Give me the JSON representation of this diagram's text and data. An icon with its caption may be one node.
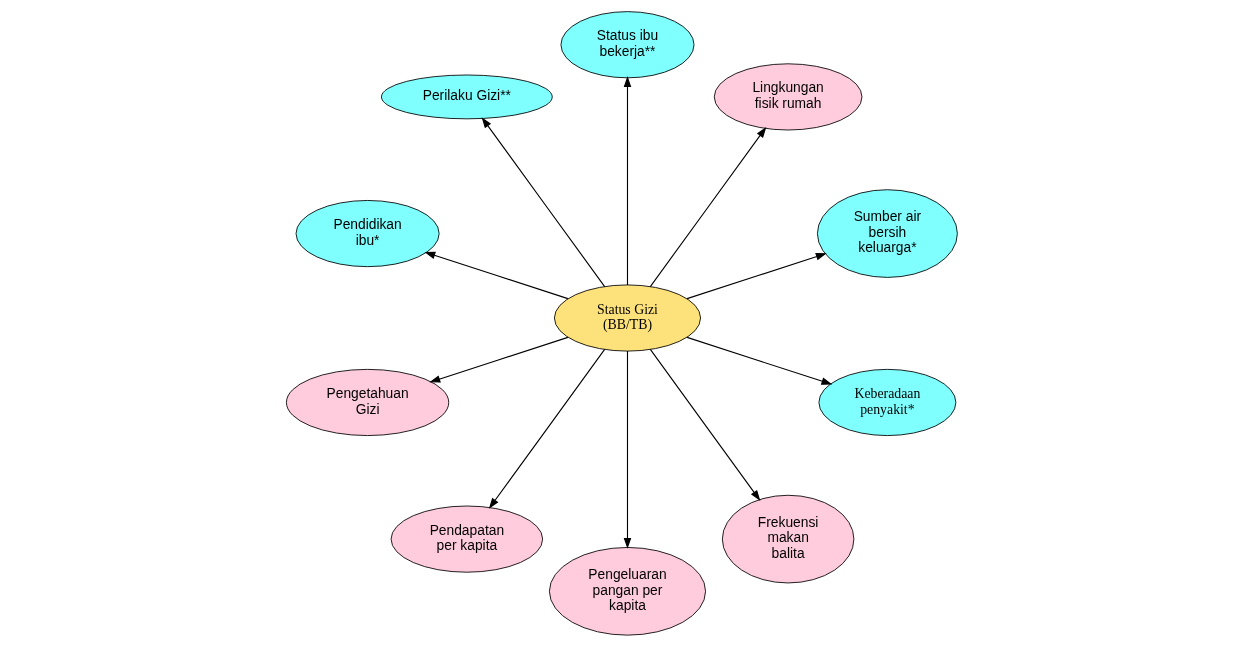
{
  "diagram": {
    "nodes": [
      {
        "text": [
          "Status Gizi (BB/TB)"
        ]
      },
      {
        "text": [
          "Sumber air bersih keluarga*"
        ]
      },
      {
        "text": [
          "Lingkungan fisik rumah"
        ]
      },
      {
        "text": [
          "Status ibu bekerja**"
        ]
      },
      {
        "text": [
          "Perilaku Gizi**"
        ]
      },
      {
        "text": [
          "Pendidikan ibu*"
        ]
      },
      {
        "text": [
          "Pengetahuan Gizi"
        ]
      },
      {
        "text": [
          "Pendapatan per kapita"
        ]
      },
      {
        "text": [
          "Pengeluaran pangan per kapita"
        ]
      },
      {
        "text": [
          "Frekuensi makan balita"
        ]
      },
      {
        "text": [
          "Keberadaan penyakit*"
        ]
      }
    ],
    "edges": [
      {
        "from": 0,
        "to": 1,
        "arrow": "to"
      },
      {
        "from": 0,
        "to": 2,
        "arrow": "to"
      },
      {
        "from": 0,
        "to": 3,
        "arrow": "to"
      },
      {
        "from": 0,
        "to": 4,
        "arrow": "to"
      },
      {
        "from": 0,
        "to": 5,
        "arrow": "to"
      },
      {
        "from": 0,
        "to": 6,
        "arrow": "to"
      },
      {
        "from": 0,
        "to": 7,
        "arrow": "to"
      },
      {
        "from": 0,
        "to": 8,
        "arrow": "to"
      },
      {
        "from": 0,
        "to": 9,
        "arrow": "to"
      },
      {
        "from": 0,
        "to": 10,
        "arrow": "to"
      }
    ]
  }
}
